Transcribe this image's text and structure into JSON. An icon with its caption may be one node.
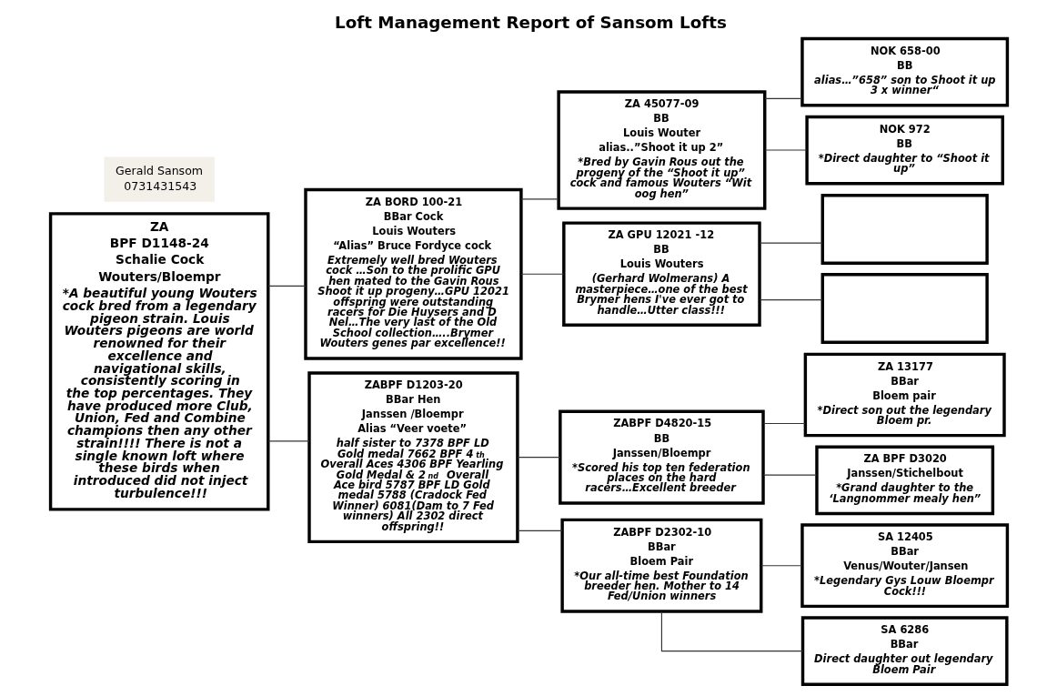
{
  "diagram": {
    "title": "Loft Management Report of Sansom Lofts",
    "nodes": [
      {
        "text": [
          "Gerald Sansom",
          "0731431543"
        ]
      },
      {
        "text": [
          "ZA",
          "BPF D1148-24",
          "Schalie Cock",
          "Wouters/Bloempr",
          "*A beautiful young Wouters cock bred from a legendary pigeon strain. Louis Wouters pigeons are world renowned for their excellence and navigational skills, consistently scoring in the top percentages. They have produced more Club, Union, Fed and Combine champions then any other strain!!!! There is not a single known loft where these birds when introduced did not inject turbulence!!!"
        ]
      },
      {
        "text": [
          "ZA BORD 100-21",
          "BBar Cock",
          "Louis Wouters",
          "“Alias” Bruce Fordyce cock",
          "Extremely well bred Wouters cock …Son to the prolific GPU hen mated to the Gavin Rous Shoot it up progeny…GPU 12021 offspring were outstanding racers for Die Huysers and D Nel…The very last of the Old School collection…..Brymer Wouters genes par excellence!!"
        ]
      },
      {
        "text": [
          "ZA 45077-09",
          "BB",
          "Louis Wouter",
          "alias..”Shoot it up 2”",
          "*Bred by Gavin Rous out the progeny of the “Shoot it up” cock and famous Wouters “Wit oog hen”"
        ]
      },
      {
        "text": [
          "NOK 658-00",
          "BB",
          "alias…”658” son to Shoot it up 3 x winner“"
        ]
      },
      {
        "text": [
          "NOK 972",
          "BB",
          "*Direct daughter to “Shoot it up”"
        ]
      },
      {
        "text": [
          "ZA GPU 12021 -12",
          "BB",
          "Louis Wouters",
          "(Gerhard Wolmerans) A masterpiece…one of the best Brymer hens I've ever got to handle…Utter class!!!"
        ]
      },
      {
        "text": [],
        "shape": "box"
      },
      {
        "text": [],
        "shape": "box"
      },
      {
        "text": [
          "ZABPF D1203-20",
          "BBar Hen",
          "Janssen /Bloempr",
          "Alias “Veer voete”",
          "half sister to 7378 BPF LD Gold medal 7662 BPF 4$^{th}$ Overall Aces 4306 BPF Yearling Gold Medal & 2$^{nd}$ Overall Ace bird 5787 BPF LD Gold medal 5788 (Cradock Fed Winner) 6081(Dam to 7 Fed winners) All 2302 direct offspring!!"
        ]
      },
      {
        "text": [
          "ZABPF D4820-15",
          "BB",
          "Janssen/Bloempr",
          "*Scored his top ten federation places on the hard racers…Excellent breeder"
        ]
      },
      {
        "text": [
          "ZA 13177",
          "BBar",
          "Bloem pair",
          "*Direct son out the legendary Bloem pr."
        ]
      },
      {
        "text": [
          "ZA BPF D3020",
          "Janssen/Stichelbout",
          "*Grand daughter to the ‘Langnommer mealy hen”"
        ]
      },
      {
        "text": [
          "ZABPF D2302-10",
          "BBar",
          "Bloem Pair",
          "*Our all-time best Foundation breeder hen. Mother to 14 Fed/Union winners"
        ]
      },
      {
        "text": [
          "SA 12405",
          "BBar",
          "Venus/Wouter/Jansen",
          "*Legendary Gys Louw Bloempr Cock!!!"
        ]
      },
      {
        "text": [
          "SA 6286",
          "BBar",
          "Direct daughter out legendary Bloem Pair"
        ]
      }
    ],
    "edges": [
      {
        "from": 1,
        "to": 2,
        "arrow": "none"
      },
      {
        "from": 1,
        "to": 9,
        "arrow": "none"
      },
      {
        "from": 2,
        "to": 3,
        "arrow": "none"
      },
      {
        "from": 2,
        "to": 6,
        "arrow": "none"
      },
      {
        "from": 3,
        "to": 4,
        "arrow": "none"
      },
      {
        "from": 3,
        "to": 5,
        "arrow": "none"
      },
      {
        "from": 6,
        "to": 7,
        "arrow": "none"
      },
      {
        "from": 6,
        "to": 8,
        "arrow": "none"
      },
      {
        "from": 9,
        "to": 10,
        "arrow": "none"
      },
      {
        "from": 9,
        "to": 13,
        "arrow": "none"
      },
      {
        "from": 10,
        "to": 11,
        "arrow": "none"
      },
      {
        "from": 10,
        "to": 12,
        "arrow": "none"
      },
      {
        "from": 13,
        "to": 14,
        "arrow": "none"
      },
      {
        "from": 13,
        "to": 15,
        "arrow": "none"
      }
    ]
  }
}
